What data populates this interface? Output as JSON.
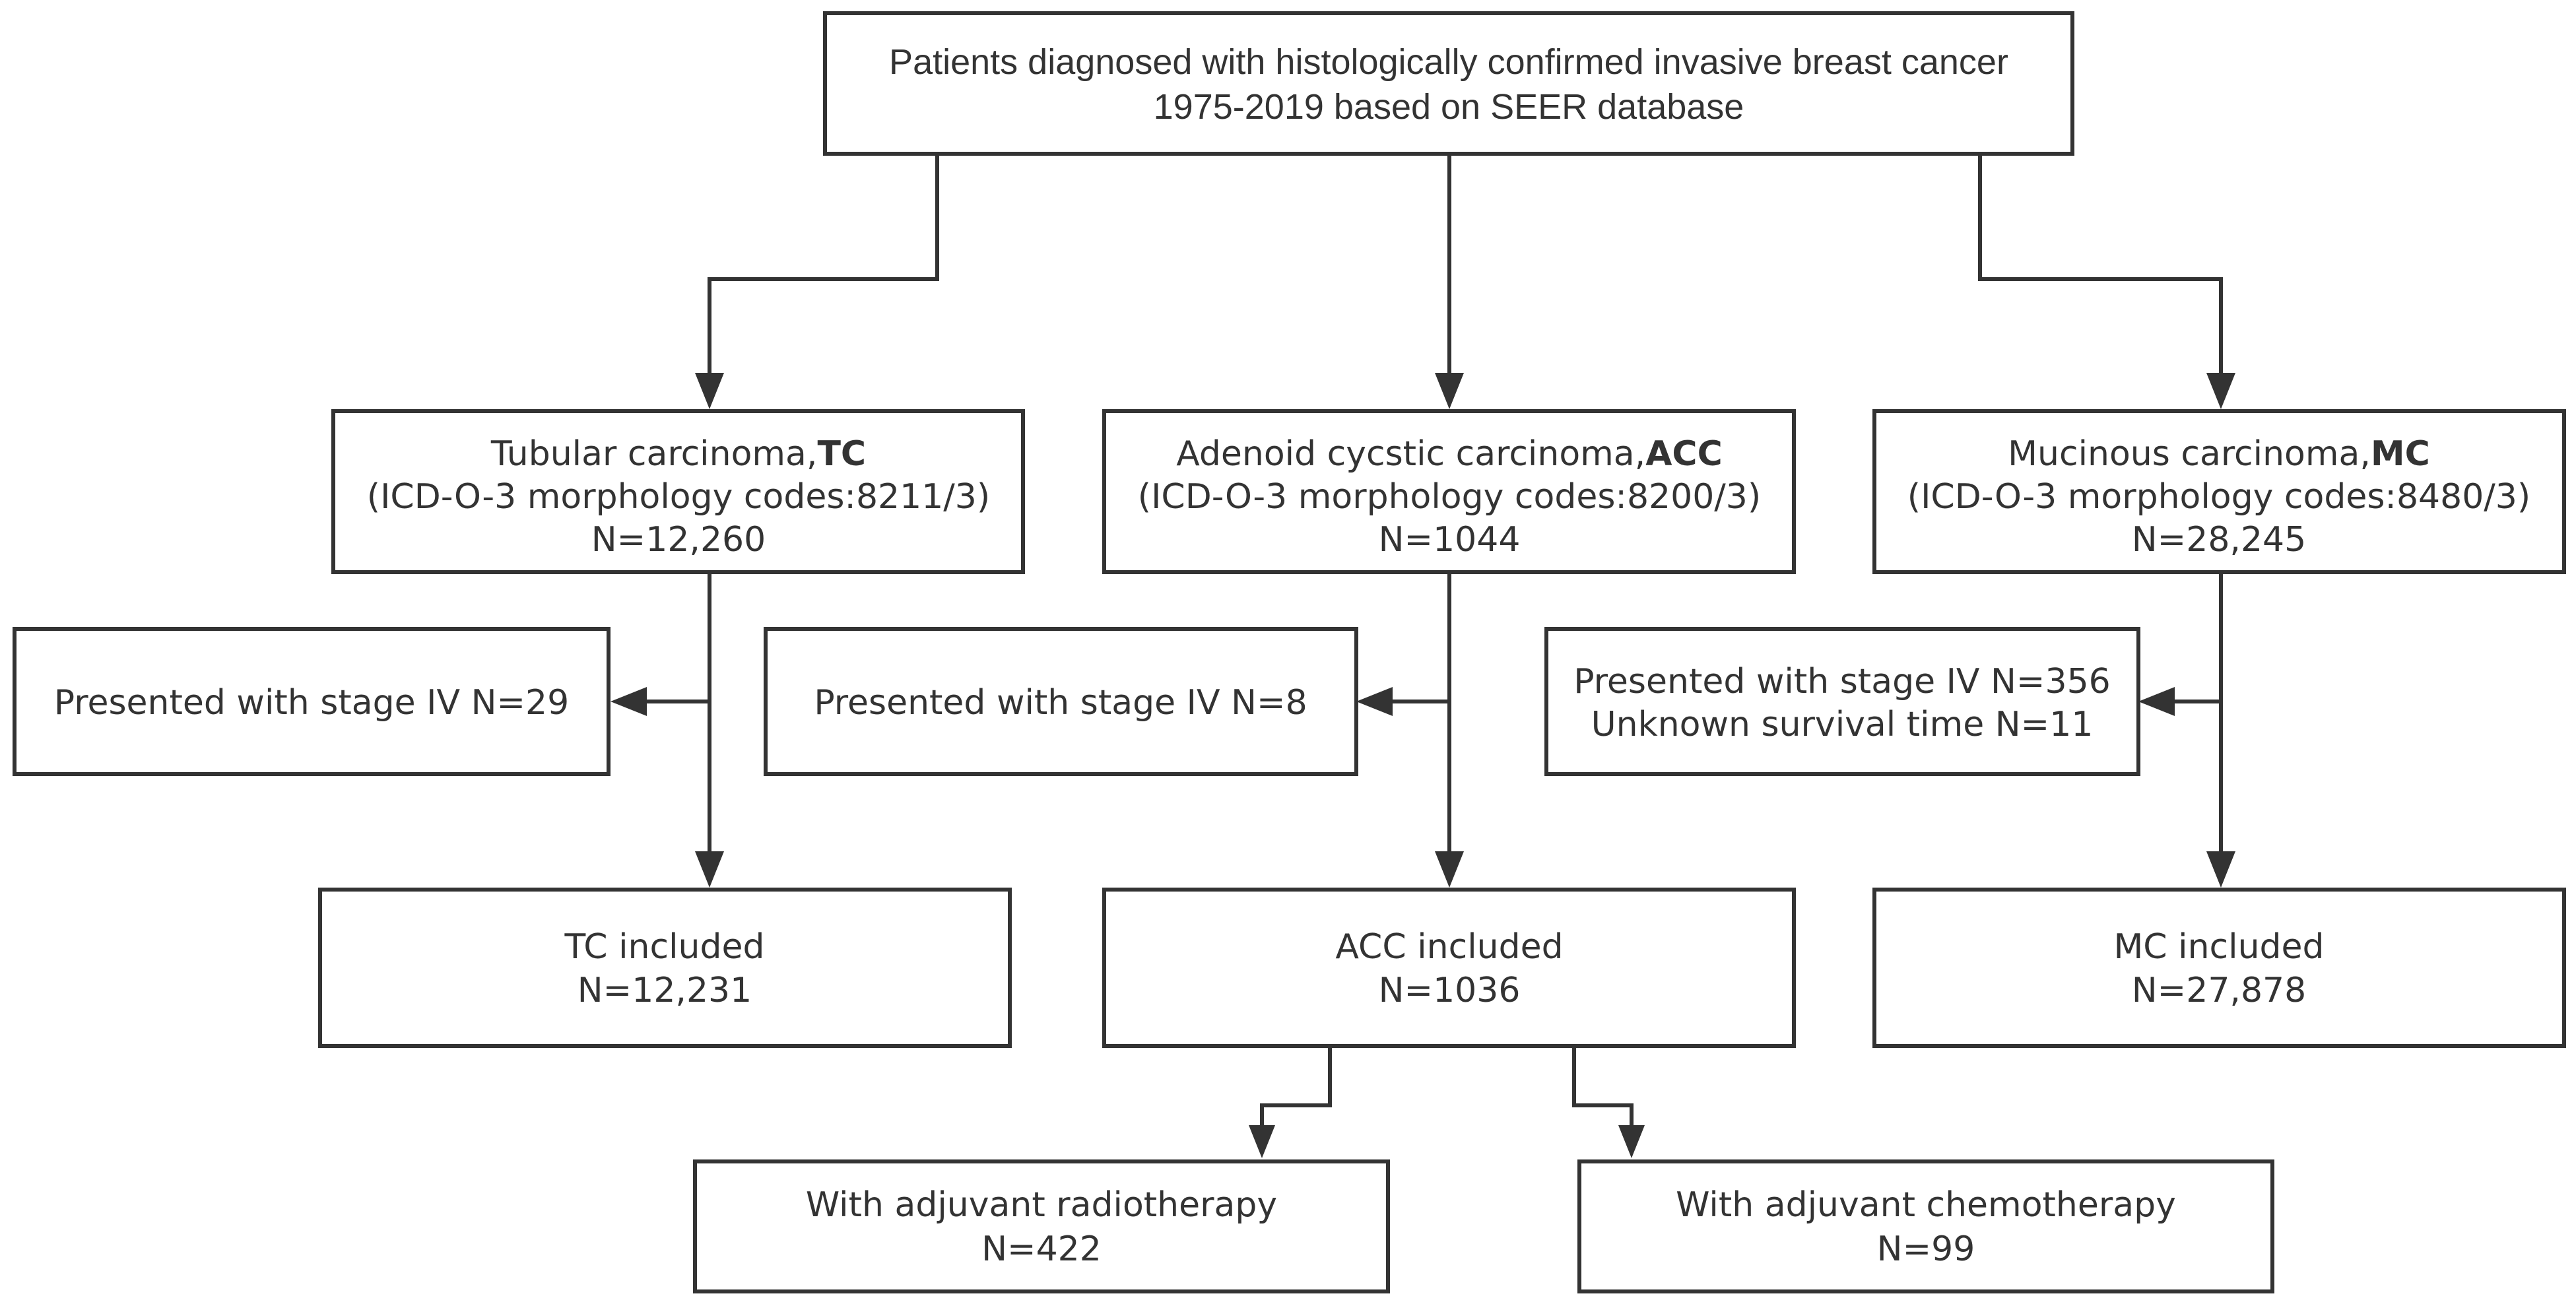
{
  "top": {
    "line1": "Patients diagnosed with histologically confirmed invasive breast cancer",
    "line2": "1975-2019 based on SEER database"
  },
  "tc": {
    "name": "Tubular carcinoma,",
    "abbr": "TC",
    "codes": "(ICD-O-3 morphology codes:8211/3)",
    "n": "N=12,260",
    "excluded": "Presented with stage IV N=29",
    "included_label": "TC included",
    "included_n": "N=12,231"
  },
  "acc": {
    "name": "Adenoid cycstic carcinoma,",
    "abbr": "ACC",
    "codes": "(ICD-O-3 morphology codes:8200/3)",
    "n": "N=1044",
    "excluded": "Presented with stage IV N=8",
    "included_label": "ACC included",
    "included_n": "N=1036",
    "radio_label": "With adjuvant radiotherapy",
    "radio_n": "N=422",
    "chemo_label": "With adjuvant chemotherapy",
    "chemo_n": "N=99"
  },
  "mc": {
    "name": "Mucinous carcinoma,",
    "abbr": "MC",
    "codes": "(ICD-O-3 morphology codes:8480/3)",
    "n": "N=28,245",
    "excluded_line1": "Presented with stage IV N=356",
    "excluded_line2": "Unknown survival time N=11",
    "included_label": "MC included",
    "included_n": "N=27,878"
  }
}
